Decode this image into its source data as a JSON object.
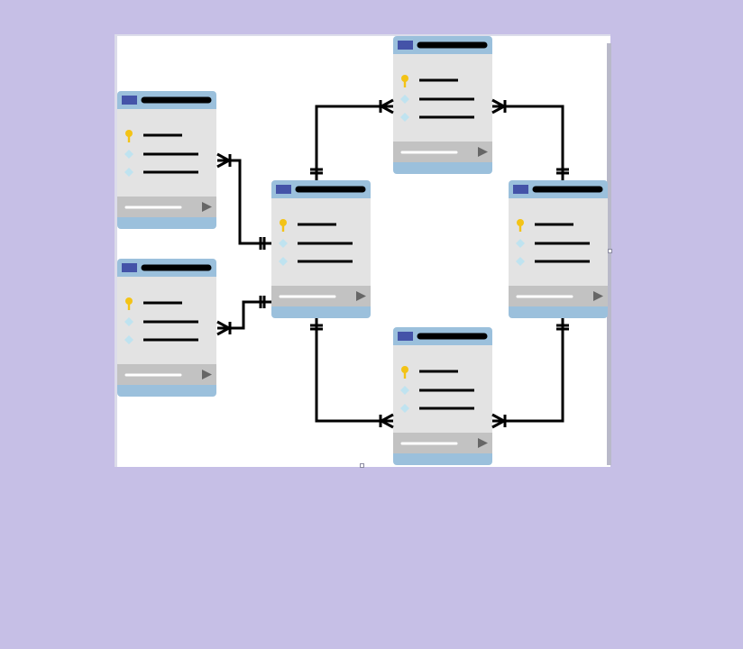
{
  "colors": {
    "background": "#c6bfe6",
    "canvas": "#ffffff",
    "table_header": "#9bc0dc",
    "table_header_icon": "#4453a8",
    "table_body": "#e3e3e3",
    "table_footer": "#c2c2c2",
    "table_base": "#9bc0dc",
    "primary_key": "#f3c316",
    "attribute_diamond": "#bfe3f0",
    "line": "#000000",
    "footer_bar": "#ffffff",
    "footer_arrow": "#666666"
  },
  "diagram": {
    "type": "entity-relationship",
    "tables": [
      {
        "id": "table-left-top",
        "icons": [
          "table-icon",
          "key-icon",
          "diamond-icon",
          "diamond-icon",
          "play-icon"
        ]
      },
      {
        "id": "table-left-bottom",
        "icons": [
          "table-icon",
          "key-icon",
          "diamond-icon",
          "diamond-icon",
          "play-icon"
        ]
      },
      {
        "id": "table-center",
        "icons": [
          "table-icon",
          "key-icon",
          "diamond-icon",
          "diamond-icon",
          "play-icon"
        ]
      },
      {
        "id": "table-top",
        "icons": [
          "table-icon",
          "key-icon",
          "diamond-icon",
          "diamond-icon",
          "play-icon"
        ]
      },
      {
        "id": "table-right",
        "icons": [
          "table-icon",
          "key-icon",
          "diamond-icon",
          "diamond-icon",
          "play-icon"
        ]
      },
      {
        "id": "table-bottom",
        "icons": [
          "table-icon",
          "key-icon",
          "diamond-icon",
          "diamond-icon",
          "play-icon"
        ]
      }
    ],
    "relationships": [
      {
        "id": "rel-left-top-center",
        "from": "table-left-top",
        "to": "table-center",
        "from_end": "one-to-many",
        "to_end": "one-and-only-one"
      },
      {
        "id": "rel-left-bottom-center",
        "from": "table-left-bottom",
        "to": "table-center",
        "from_end": "one-to-many",
        "to_end": "one-and-only-one"
      },
      {
        "id": "rel-center-top",
        "from": "table-center",
        "to": "table-top",
        "from_end": "one-and-only-one",
        "to_end": "one-to-many"
      },
      {
        "id": "rel-top-right",
        "from": "table-top",
        "to": "table-right",
        "from_end": "one-to-many",
        "to_end": "one-and-only-one"
      },
      {
        "id": "rel-center-bottom",
        "from": "table-center",
        "to": "table-bottom",
        "from_end": "one-and-only-one",
        "to_end": "one-to-many"
      },
      {
        "id": "rel-right-bottom",
        "from": "table-right",
        "to": "table-bottom",
        "from_end": "one-and-only-one",
        "to_end": "one-to-many"
      }
    ]
  }
}
